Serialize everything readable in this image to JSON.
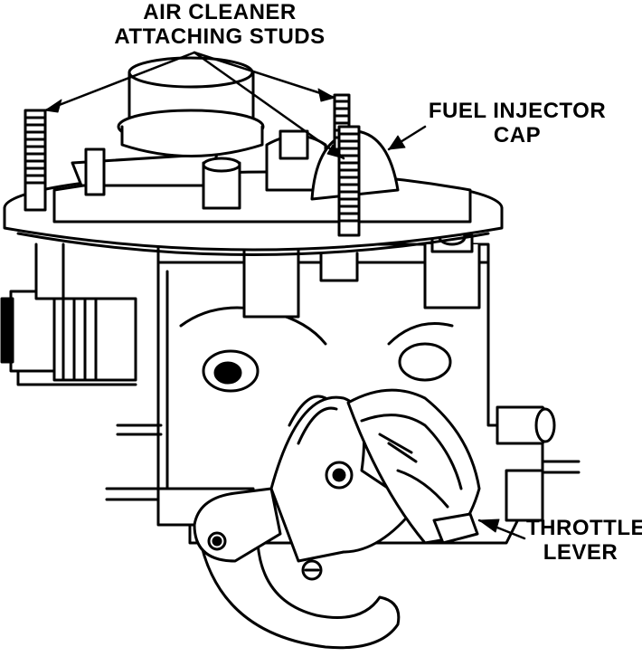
{
  "labels": {
    "air_cleaner": {
      "line1": "AIR CLEANER",
      "line2": "ATTACHING STUDS"
    },
    "fuel_injector": {
      "line1": "FUEL INJECTOR",
      "line2": "CAP"
    },
    "throttle_lever": {
      "line1": "THROTTLE",
      "line2": "LEVER"
    }
  },
  "colors": {
    "ink": "#000000",
    "paper": "#ffffff"
  }
}
